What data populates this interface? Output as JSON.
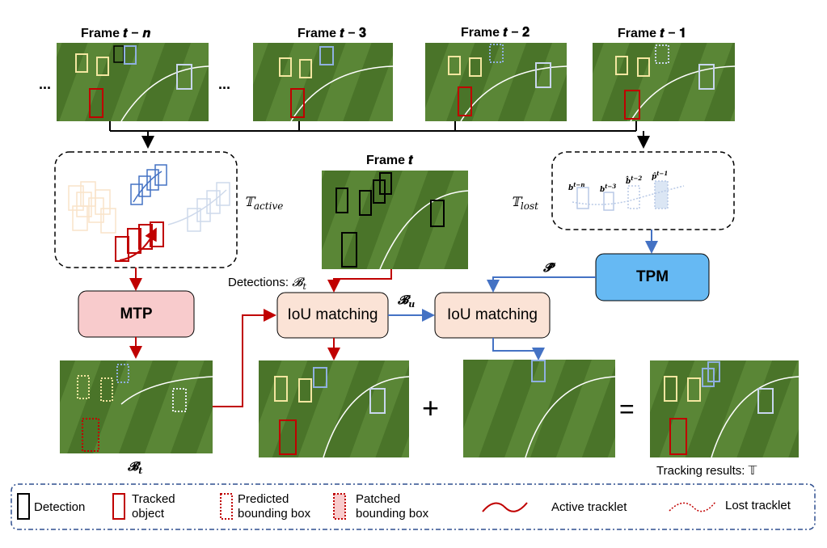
{
  "frames": {
    "t_minus_n": "Frame 𝒕 − 𝒏",
    "t_minus_3": "Frame 𝒕 − 𝟑",
    "t_minus_2": "Frame 𝒕 − 𝟐",
    "t_minus_1": "Frame 𝒕 − 𝟏",
    "t": "Frame 𝒕"
  },
  "ellipsis": "...",
  "labels": {
    "active": "𝕋",
    "active_sub": "active",
    "lost": "𝕋",
    "lost_sub": "lost",
    "detections": "Detections: ",
    "detections_sym": "𝓑",
    "detections_sub": "t",
    "bu": "𝓑",
    "bu_sub": "u",
    "p_hat": "𝓟̂",
    "b_hat_t": "𝓑̂",
    "b_hat_t_sub": "t",
    "tracking_results": "Tracking results: 𝕋",
    "plus": "+",
    "equals": "="
  },
  "lost_box_labels": [
    "b",
    "b",
    "b̂",
    "p̂"
  ],
  "lost_box_sups": [
    "t−n",
    "t−3",
    "t−2",
    "t−1"
  ],
  "modules": {
    "mtp": "MTP",
    "tpm": "TPM",
    "iou1": "IoU matching",
    "iou2": "IoU matching"
  },
  "legend": {
    "detection": "Detection",
    "tracked": [
      "Tracked",
      "object"
    ],
    "predicted": [
      "Predicted",
      "bounding box"
    ],
    "patched": [
      "Patched",
      "bounding box"
    ],
    "active": "Active tracklet",
    "lost": "Lost tracklet"
  },
  "colors": {
    "red": "#c00000",
    "blue": "#4472c4",
    "module_pink": "#f8cbcc",
    "module_peach": "#fbe3d6",
    "module_blue": "#66b9f3",
    "pitch": "#4f7a2f"
  }
}
